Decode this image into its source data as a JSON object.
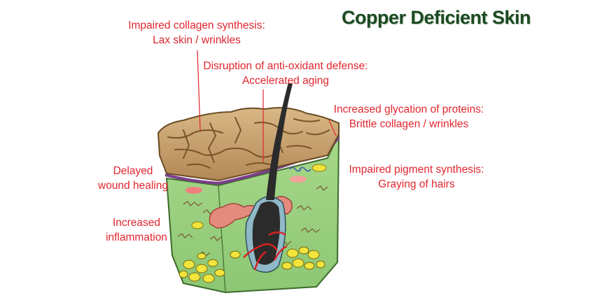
{
  "title": "Copper Deficient Skin",
  "colors": {
    "label_red": "#e0262e",
    "title_green": "#1c4a22",
    "dermis_green": "#9ed081",
    "epidermis_tan": "#c9a574",
    "hair_dark": "#2b2b2b",
    "vessel_red": "#d8201f",
    "fat_yellow": "#f1e43c"
  },
  "annotations": [
    {
      "key": "collagen",
      "lines": [
        "Impaired collagen synthesis:",
        "Lax skin / wrinkles"
      ]
    },
    {
      "key": "antioxidant",
      "lines": [
        "Disruption of anti-oxidant defense:",
        "Accelerated aging"
      ]
    },
    {
      "key": "glycation",
      "lines": [
        "Increased glycation of proteins:",
        "Brittle collagen / wrinkles"
      ]
    },
    {
      "key": "pigment",
      "lines": [
        "Impaired pigment synthesis:",
        "Graying of hairs"
      ]
    },
    {
      "key": "wound",
      "lines": [
        "Delayed",
        "wound healing"
      ]
    },
    {
      "key": "inflammation",
      "lines": [
        "Increased",
        "inflammation"
      ]
    }
  ]
}
